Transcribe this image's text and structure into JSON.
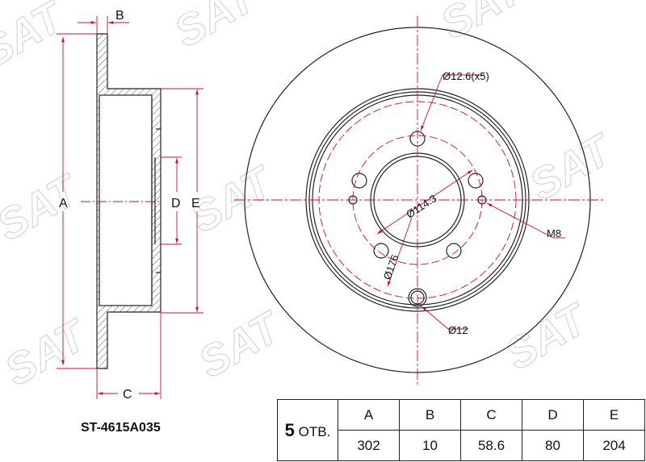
{
  "part_number": "ST-4615A035",
  "watermark": "SAT®",
  "labels": {
    "A": "A",
    "B": "B",
    "C": "C",
    "D": "D",
    "E": "E",
    "bolt_holes": "Ø12.6(x5)",
    "pcd": "Ø114.3",
    "ring": "Ø176",
    "thread": "M8",
    "pin_hole": "Ø12"
  },
  "table": {
    "holes_count": "5",
    "holes_label": "ОТВ.",
    "headers": [
      "A",
      "B",
      "C",
      "D",
      "E"
    ],
    "values": [
      "302",
      "10",
      "58.6",
      "80",
      "204"
    ]
  },
  "colors": {
    "line": "#222222",
    "dim": "#c8102e"
  }
}
